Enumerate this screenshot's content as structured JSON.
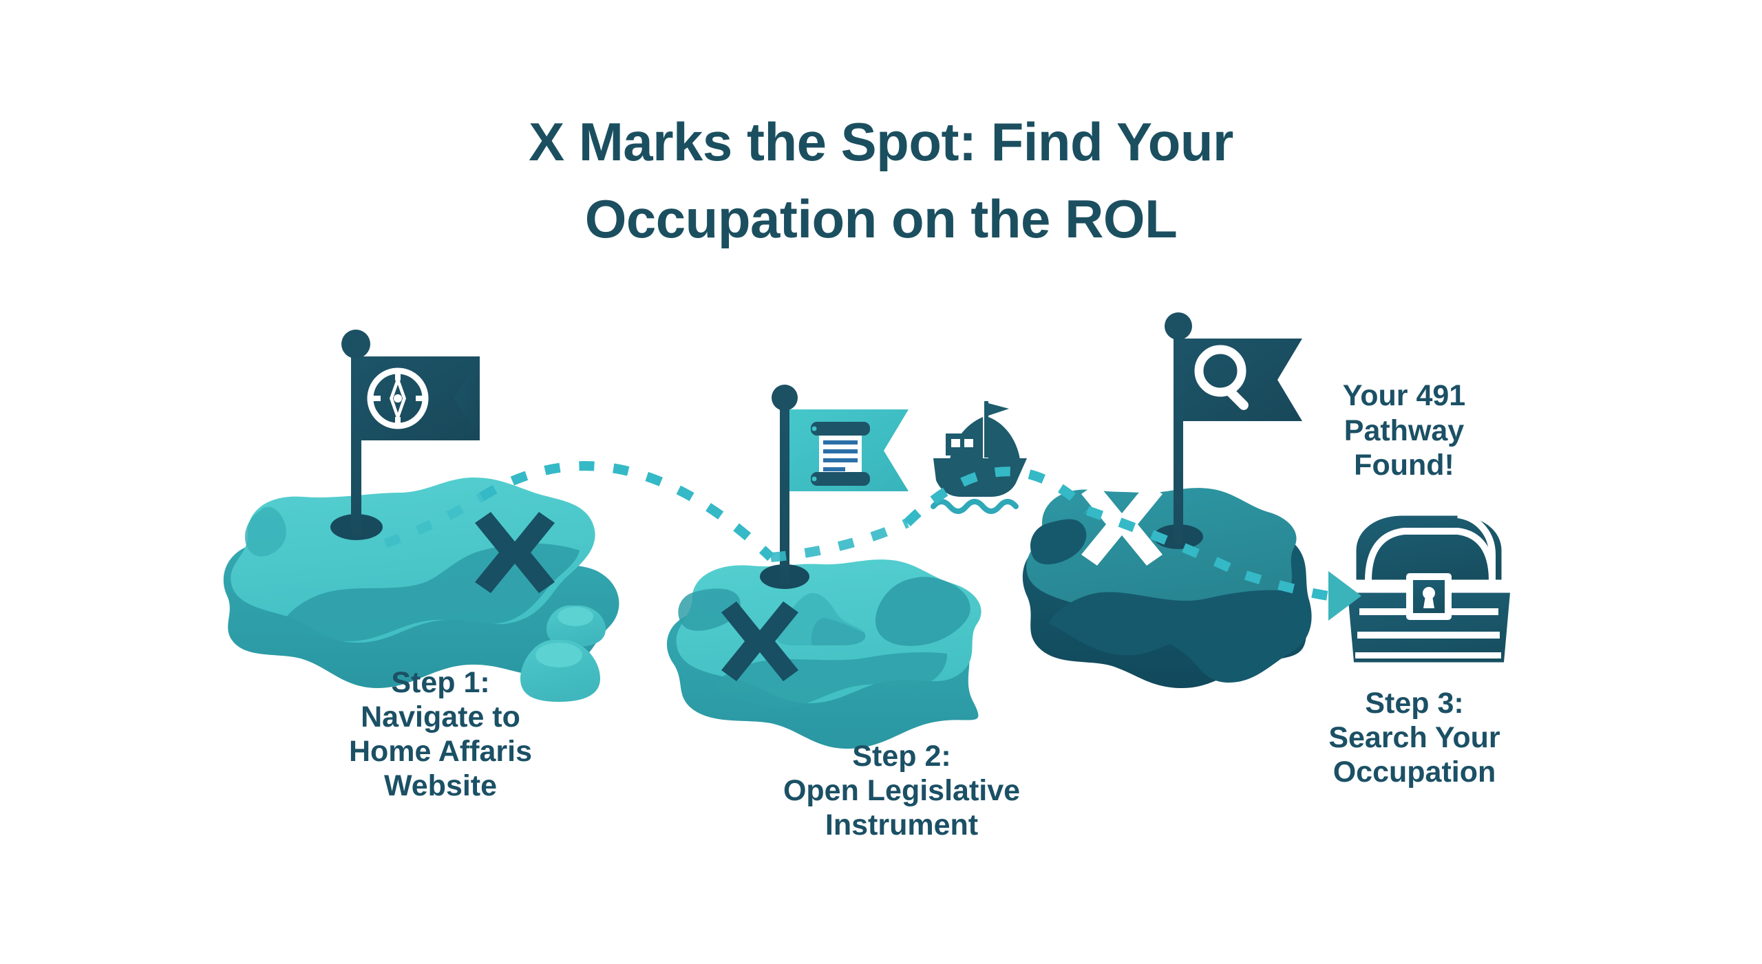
{
  "page": {
    "background_color": "#ffffff",
    "brand_dark": "#1b4f60",
    "brand_teal": "#35b3bd",
    "brand_light_teal": "#4ec9cb",
    "brand_mid_teal": "#2f9fa8",
    "brand_deep_teal": "#15596c",
    "white": "#ffffff"
  },
  "title": {
    "line1": "X Marks the Spot: Find Your",
    "line2": "Occupation on the ROL",
    "color": "#1b4f60"
  },
  "steps": [
    {
      "id": "step-1",
      "flag_icon": "compass-icon",
      "flag_color": "#1d5065",
      "flag_icon_color": "#ffffff",
      "island_color": "#4ec9cb",
      "island_shadow_color": "#2f9fa8",
      "x_mark_color": "#184f63",
      "caption_lines": [
        "Step 1:",
        "Navigate to",
        "Home Affaris",
        "Website"
      ]
    },
    {
      "id": "step-2",
      "flag_icon": "scroll-document-icon",
      "flag_color": "#3fc2c7",
      "flag_icon_color": "#ffffff",
      "island_color": "#4ec9cb",
      "island_shadow_color": "#2f9fa8",
      "x_mark_color": "#184f63",
      "caption_lines": [
        "Step 2:",
        "Open Legislative",
        "Instrument"
      ]
    },
    {
      "id": "step-3",
      "flag_icon": "magnifier-icon",
      "flag_color": "#1d5065",
      "flag_icon_color": "#ffffff",
      "island_color": "#2b8e9c",
      "island_shadow_color": "#14566a",
      "x_mark_color": "#ffffff",
      "caption_lines": [
        "Step 3:",
        "Search Your",
        "Occupation"
      ]
    }
  ],
  "found_label": {
    "lines": [
      "Your 491",
      "Pathway",
      "Found!"
    ],
    "color": "#1b5065"
  },
  "decorations": {
    "ship_icon": "sailing-ship-icon",
    "ship_color": "#1d5b6d",
    "waves_color": "#2fa8b8",
    "treasure_icon": "treasure-chest-icon",
    "treasure_body_color": "#1b5669",
    "treasure_outline_color": "#ffffff",
    "path_dash_color": "#35b9c6",
    "path_arrow_color": "#3bb3bb",
    "rocks_color": "#46c3c6",
    "rocks_shadow_color": "#2e9da6"
  }
}
